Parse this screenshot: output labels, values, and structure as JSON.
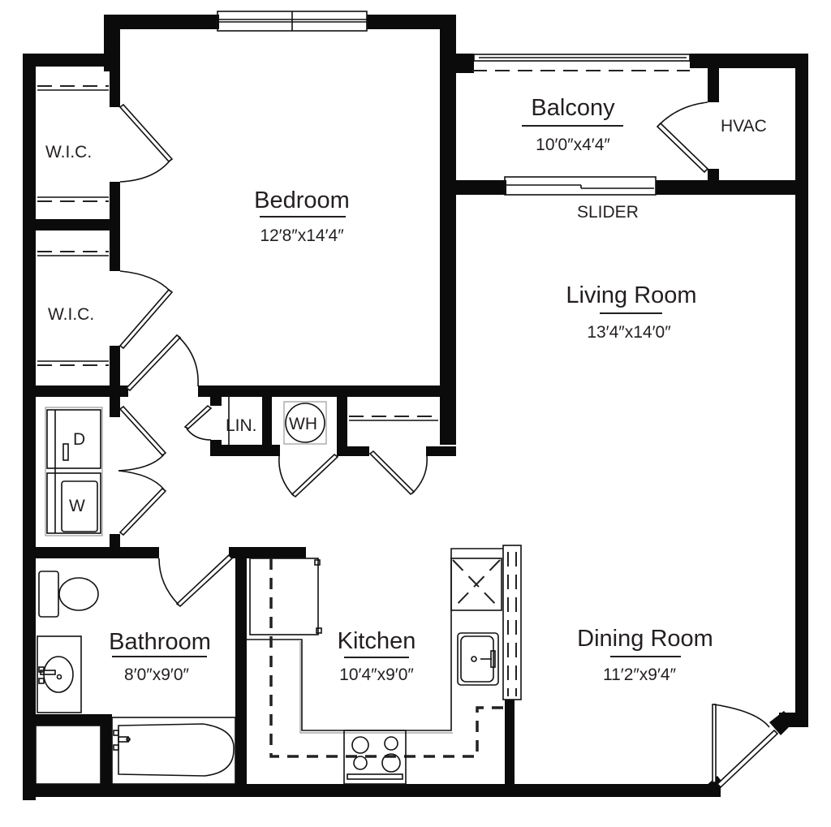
{
  "floorplan": {
    "rooms": [
      {
        "id": "bedroom",
        "name": "Bedroom",
        "dimensions": "12′8″x14′4″"
      },
      {
        "id": "balcony",
        "name": "Balcony",
        "dimensions": "10′0″x4′4″"
      },
      {
        "id": "living",
        "name": "Living Room",
        "dimensions": "13′4″x14′0″"
      },
      {
        "id": "bathroom",
        "name": "Bathroom",
        "dimensions": "8′0″x9′0″"
      },
      {
        "id": "kitchen",
        "name": "Kitchen",
        "dimensions": "10′4″x9′0″"
      },
      {
        "id": "dining",
        "name": "Dining Room",
        "dimensions": "11′2″x9′4″"
      }
    ],
    "labels": {
      "wic_upper": "W.I.C.",
      "wic_lower": "W.I.C.",
      "hvac": "HVAC",
      "slider": "SLIDER",
      "linen": "LIN.",
      "water_heater": "WH",
      "dryer": "D",
      "washer": "W"
    },
    "colors": {
      "wall": "#0b0b0b",
      "text": "#231f20",
      "background": "#ffffff"
    }
  }
}
